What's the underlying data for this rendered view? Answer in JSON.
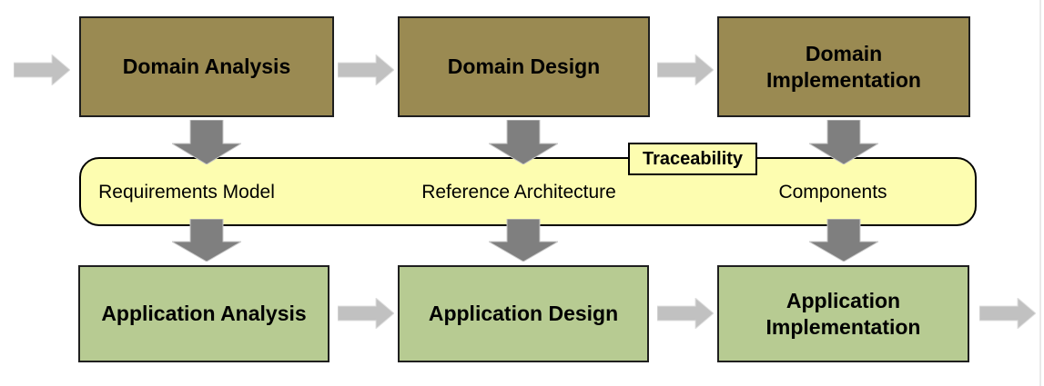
{
  "colors": {
    "domain-box-fill": "#9a8a52",
    "application-box-fill": "#b7cb92",
    "box-border": "#1f1f1f",
    "band-fill": "#fdfdb0",
    "band-border": "#000000",
    "arrow-light": "#c1c1c1",
    "arrow-dark": "#7f7f7f",
    "text": "#000000",
    "page-bg": "#ffffff",
    "page-edge": "#e9e9e9"
  },
  "top_row": [
    {
      "label": "Domain Analysis"
    },
    {
      "label": "Domain Design"
    },
    {
      "label": "Domain Implementation"
    }
  ],
  "band": {
    "items": [
      {
        "label": "Requirements Model"
      },
      {
        "label": "Reference Architecture"
      },
      {
        "label": "Components"
      }
    ],
    "tag": {
      "label": "Traceability"
    }
  },
  "bottom_row": [
    {
      "label": "Application Analysis"
    },
    {
      "label": "Application Design"
    },
    {
      "label": "Application Implementation"
    }
  ]
}
